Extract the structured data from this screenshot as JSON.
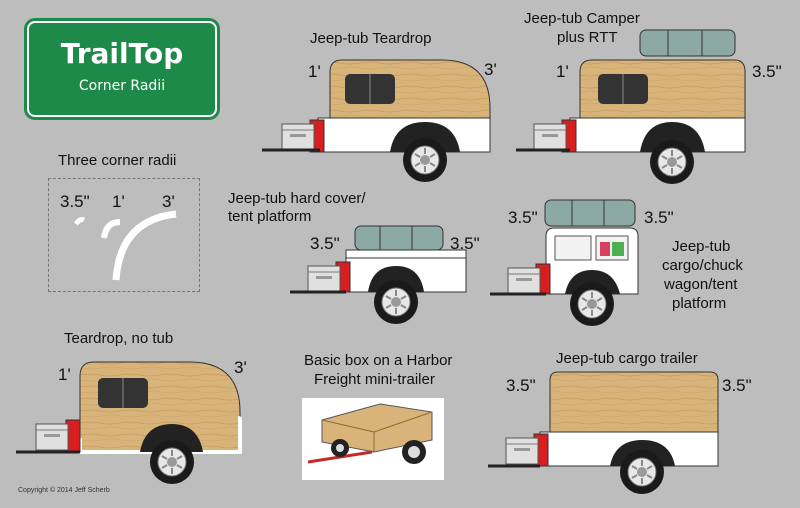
{
  "sign": {
    "title": "TrailTop",
    "subtitle": "Corner Radii"
  },
  "radii_panel": {
    "title": "Three corner radii",
    "r1": "3.5\"",
    "r2": "1'",
    "r3": "3'"
  },
  "trailers": [
    {
      "caption": [
        "Jeep-tub Teardrop"
      ],
      "dims": [
        "1'",
        "3'"
      ]
    },
    {
      "caption": [
        "Jeep-tub Camper",
        "plus RTT"
      ],
      "dims": [
        "1'",
        "3.5\""
      ]
    },
    {
      "caption": [
        "Jeep-tub hard cover/",
        "tent platform"
      ],
      "dims": [
        "3.5\"",
        "3.5\""
      ]
    },
    {
      "caption": [
        "Jeep-tub",
        "cargo/chuck",
        "wagon/tent",
        "platform"
      ],
      "dims": [
        "3.5\"",
        "3.5\""
      ]
    },
    {
      "caption": [
        "Teardrop, no tub"
      ],
      "dims": [
        "1'",
        "3'"
      ]
    },
    {
      "caption": [
        "Basic box on a Harbor",
        "Freight mini-trailer"
      ],
      "dims": []
    },
    {
      "caption": [
        "Jeep-tub cargo trailer"
      ],
      "dims": [
        "3.5\"",
        "3.5\""
      ]
    }
  ],
  "copyright": "Copyright © 2014 Jeff Scherb",
  "colors": {
    "background": "#bdbdbd",
    "sign": "#1e8a4a",
    "wood": "#d9b47a",
    "rtt": "#8ca9a3"
  }
}
